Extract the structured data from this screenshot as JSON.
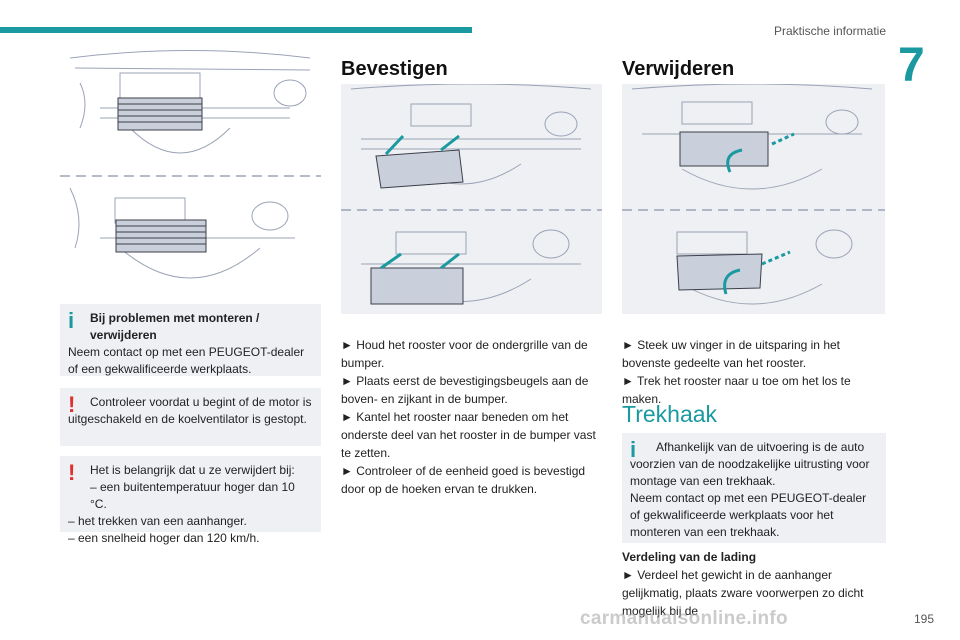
{
  "header": {
    "section": "Praktische informatie",
    "chapter_number": "7"
  },
  "left": {
    "info_box": {
      "title": "Bij problemen met monteren / verwijderen",
      "text": "Neem contact op met een PEUGEOT-dealer of een gekwalificeerde werkplaats."
    },
    "warn_box_1": {
      "text": "Controleer voordat u begint of de motor is uitgeschakeld en de koelventilator is gestopt."
    },
    "warn_box_2": {
      "intro": "Het is belangrijk dat u ze verwijdert bij:",
      "items": [
        "– een buitentemperatuur hoger dan 10 °C.",
        "– het trekken van een aanhanger.",
        "– een snelheid hoger dan 120 km/h."
      ]
    }
  },
  "middle": {
    "heading": "Bevestigen",
    "steps": [
      "► Houd het rooster voor de ondergrille van de bumper.",
      "► Plaats eerst de bevestigingsbeugels aan de boven- en zijkant in de bumper.",
      "► Kantel het rooster naar beneden om het onderste deel van het rooster in de bumper vast te zetten.",
      "► Controleer of de eenheid goed is bevestigd door op de hoeken ervan te drukken."
    ]
  },
  "right": {
    "heading": "Verwijderen",
    "steps": [
      "► Steek uw vinger in de uitsparing in het bovenste gedeelte van het rooster.",
      "► Trek het rooster naar u toe om het los te maken."
    ],
    "trekhaak_heading": "Trekhaak",
    "info_box": {
      "lead": "Afhankelijk van de uitvoering is de auto voorzien van de noodzakelijke uitrusting voor montage van een trekhaak.",
      "text": "Neem contact op met een PEUGEOT-dealer of gekwalificeerde werkplaats voor het monteren van een trekhaak."
    },
    "subheading": "Verdeling van de lading",
    "subtext": "► Verdeel het gewicht in de aanhanger gelijkmatig, plaats zware voorwerpen zo dicht mogelijk bij de"
  },
  "footer": {
    "page_number": "195",
    "watermark": "carmanualsonline.info"
  },
  "colors": {
    "accent": "#1a9aa0",
    "warning": "#e0302e",
    "box_bg": "#eef0f4"
  },
  "icons": [
    "info-icon",
    "warning-icon",
    "arrow-icon"
  ]
}
